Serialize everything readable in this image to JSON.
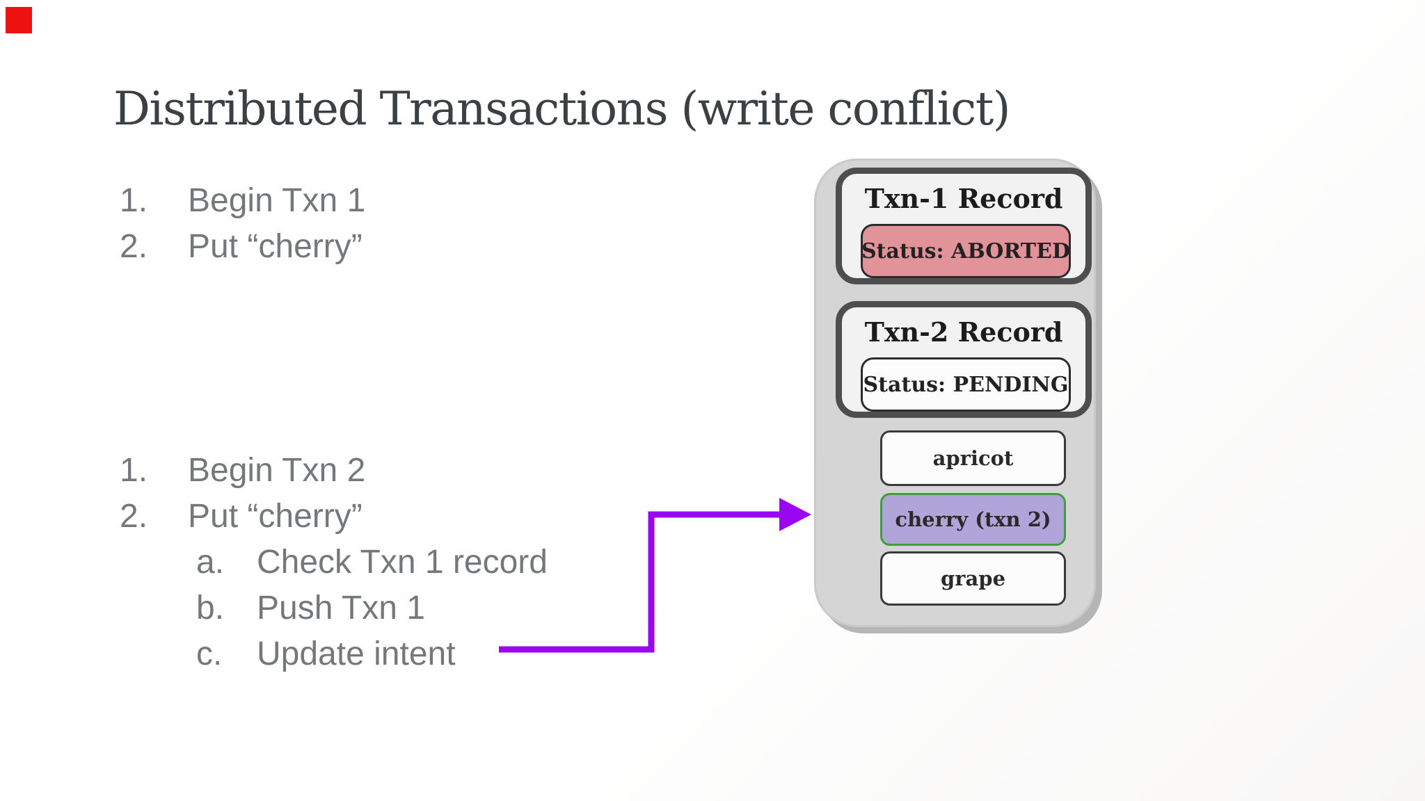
{
  "title": "Distributed Transactions (write conflict)",
  "list1": {
    "items": [
      {
        "marker": "1.",
        "text": "Begin Txn 1"
      },
      {
        "marker": "2.",
        "text": "Put “cherry”"
      }
    ]
  },
  "list2": {
    "items": [
      {
        "marker": "1.",
        "text": "Begin Txn 2"
      },
      {
        "marker": "2.",
        "text": "Put “cherry”"
      },
      {
        "marker": "a.",
        "text": "Check Txn 1 record"
      },
      {
        "marker": "b.",
        "text": "Push Txn 1"
      },
      {
        "marker": "c.",
        "text": "Update intent"
      }
    ]
  },
  "diagram": {
    "txn1": {
      "title": "Txn-1 Record",
      "status": "Status: ABORTED"
    },
    "txn2": {
      "title": "Txn-2 Record",
      "status": "Status: PENDING"
    },
    "keys": [
      {
        "label": "apricot"
      },
      {
        "label": "cherry (txn 2)"
      },
      {
        "label": "grape"
      }
    ]
  },
  "colors": {
    "aborted_fill": "#e2939a",
    "pending_fill": "#fcfcfc",
    "cherry_fill": "#b0a5d8",
    "cherry_border": "#3f9f39",
    "arrow": "#9a05f2",
    "container_fill": "#d5d5d5",
    "marker_red": "#ee1111"
  }
}
